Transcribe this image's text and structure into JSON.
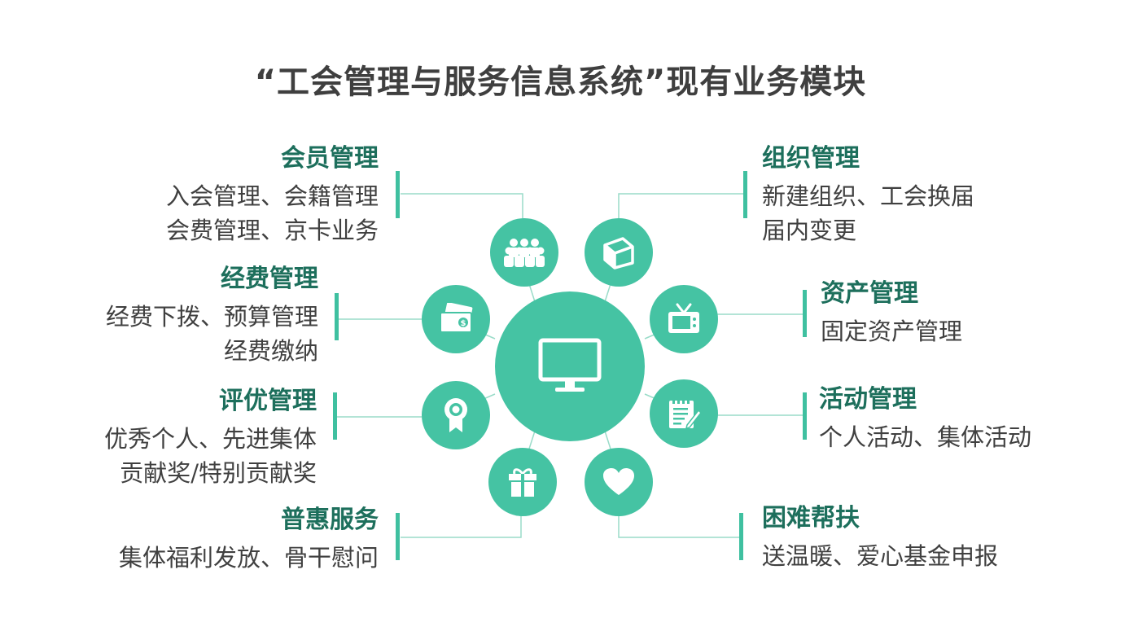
{
  "title": "“工会管理与服务信息系统”现有业务模块",
  "colors": {
    "accent": "#45c3a3",
    "heading": "#1d6f5c",
    "text": "#404040",
    "line": "#9adcc9"
  },
  "center": {
    "icon": "monitor-icon"
  },
  "modules": [
    {
      "id": "member",
      "icon": "people-group-icon",
      "title": "会员管理",
      "lines": [
        "入会管理、会籍管理",
        "会费管理、京卡业务"
      ]
    },
    {
      "id": "org",
      "icon": "box-icon",
      "title": "组织管理",
      "lines": [
        "新建组织、工会换届",
        "届内变更"
      ]
    },
    {
      "id": "funds",
      "icon": "money-icon",
      "title": "经费管理",
      "lines": [
        "经费下拨、预算管理",
        "经费缴纳"
      ]
    },
    {
      "id": "assets",
      "icon": "tv-icon",
      "title": "资产管理",
      "lines": [
        "固定资产管理"
      ]
    },
    {
      "id": "award",
      "icon": "medal-icon",
      "title": "评优管理",
      "lines": [
        "优秀个人、先进集体",
        "贡献奖/特别贡献奖"
      ]
    },
    {
      "id": "activity",
      "icon": "notepad-icon",
      "title": "活动管理",
      "lines": [
        "个人活动、集体活动"
      ]
    },
    {
      "id": "benefit",
      "icon": "gift-icon",
      "title": "普惠服务",
      "lines": [
        "集体福利发放、骨干慰问"
      ]
    },
    {
      "id": "assist",
      "icon": "heart-icon",
      "title": "困难帮扶",
      "lines": [
        "送温暖、爱心基金申报"
      ]
    }
  ]
}
